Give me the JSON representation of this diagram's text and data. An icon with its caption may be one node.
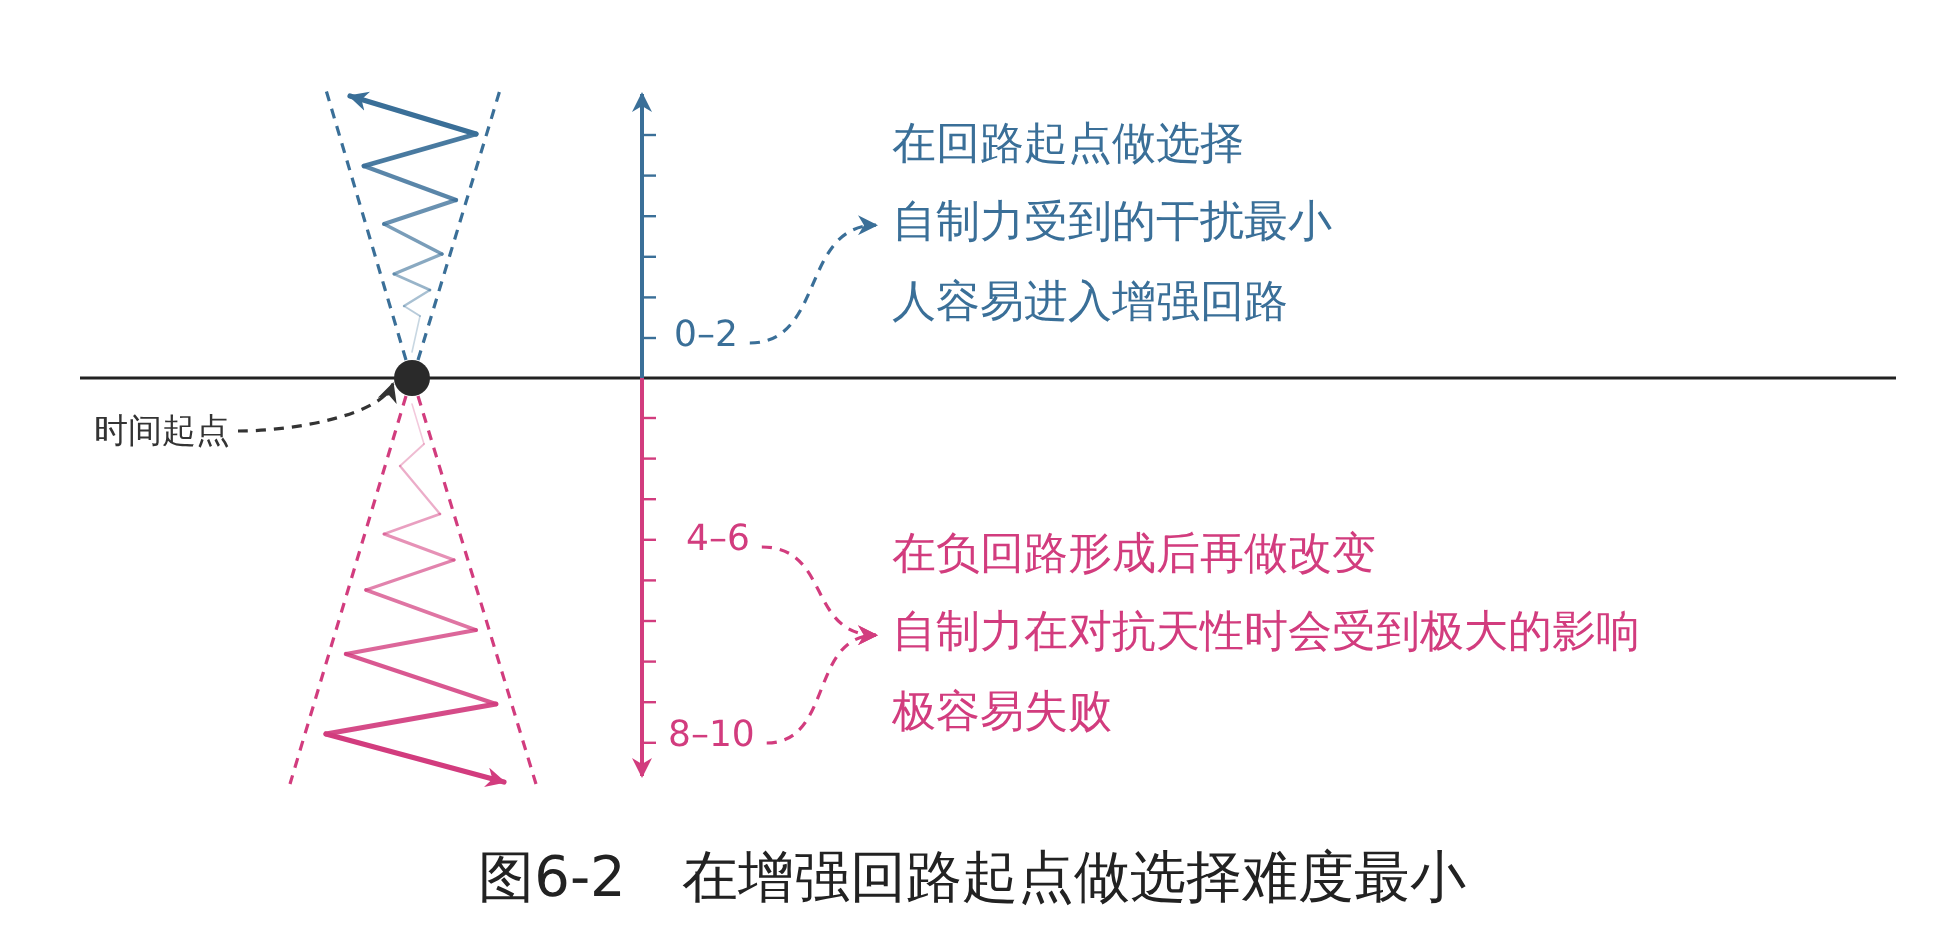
{
  "diagram": {
    "caption": "图6-2　在增强回路起点做选择难度最小",
    "nodes": [
      {
        "text": [
          "时间起点"
        ]
      },
      {
        "text": [],
        "shape": "circle"
      },
      {
        "text": [
          "0–2"
        ]
      },
      {
        "text": [
          "在回路起点做选择",
          "自制力受到的干扰最小",
          "人容易进入增强回路"
        ]
      },
      {
        "text": [
          "4–6"
        ]
      },
      {
        "text": [
          "8–10"
        ]
      },
      {
        "text": [
          "在负回路形成后再做改变",
          "自制力在对抗天性时会受到极大的影响",
          "极容易失败"
        ]
      }
    ],
    "edges": [
      {
        "from": 0,
        "to": 1,
        "arrow": "to",
        "style": "dashed",
        "color": "#333333"
      },
      {
        "from": 2,
        "to": 3,
        "arrow": "to",
        "style": "dashed",
        "color": "#3a6f98"
      },
      {
        "from": 4,
        "to": 6,
        "arrow": "to",
        "style": "dashed",
        "color": "#d23c7e"
      },
      {
        "from": 5,
        "to": 6,
        "arrow": "to",
        "style": "dashed",
        "color": "#d23c7e"
      }
    ]
  }
}
